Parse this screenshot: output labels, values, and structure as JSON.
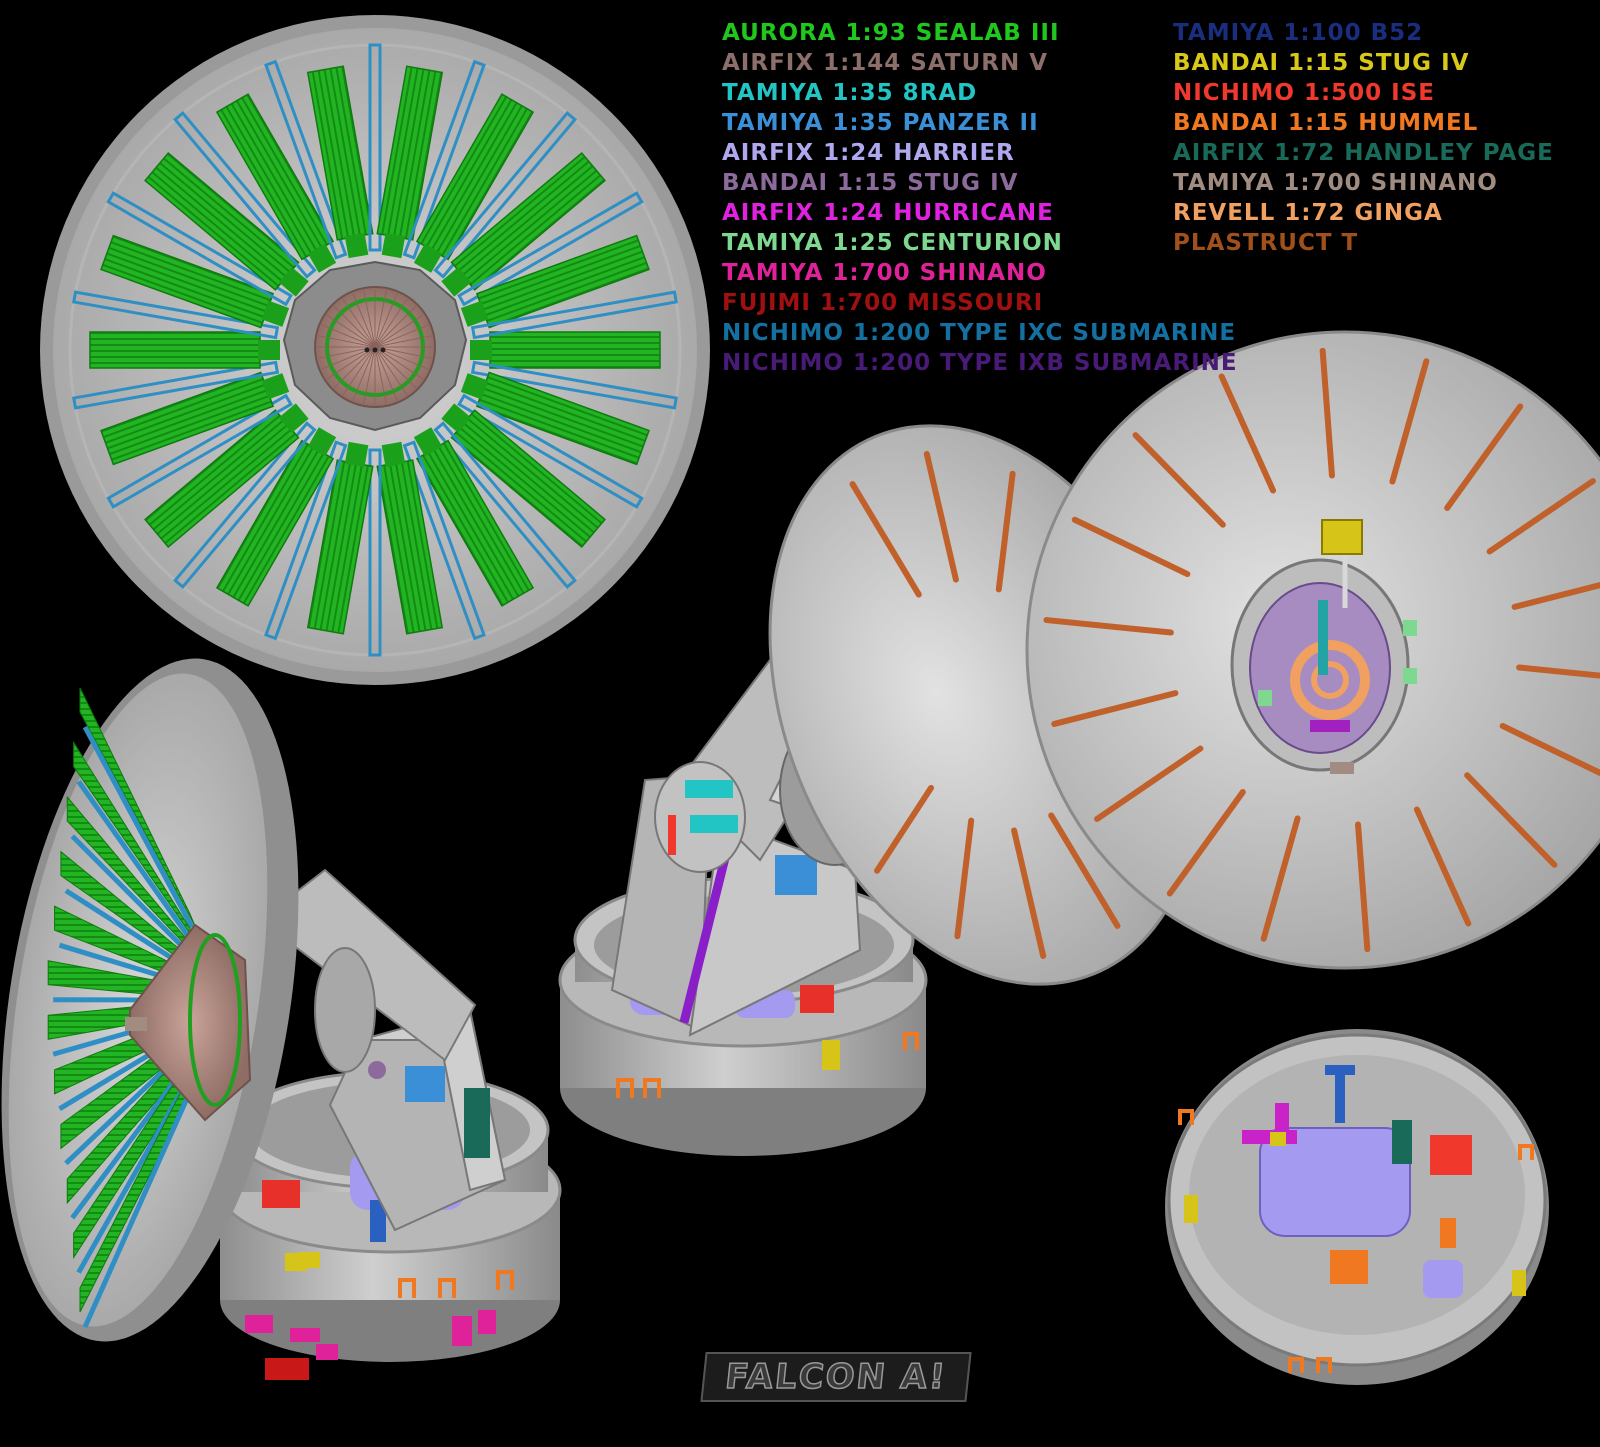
{
  "legend": {
    "left_column": [
      {
        "label": "AURORA 1:93 SEALAB III",
        "color": "#20c81e"
      },
      {
        "label": "AIRFIX 1:144 SATURN V",
        "color": "#8c6e6a"
      },
      {
        "label": "TAMIYA 1:35 8RAD",
        "color": "#22c4c4"
      },
      {
        "label": "TAMIYA 1:35 PANZER II",
        "color": "#3a8fd6"
      },
      {
        "label": "AIRFIX 1:24 HARRIER",
        "color": "#b0a8ee"
      },
      {
        "label": "BANDAI 1:15 STUG IV",
        "color": "#8c6a9c"
      },
      {
        "label": "AIRFIX 1:24 HURRICANE",
        "color": "#e022e0"
      },
      {
        "label": "TAMIYA 1:25 CENTURION",
        "color": "#7ed890"
      },
      {
        "label": "TAMIYA 1:700 SHINANO",
        "color": "#e0229a"
      },
      {
        "label": "FUJIMI 1:700 MISSOURI",
        "color": "#a01010"
      },
      {
        "label": "NICHIMO 1:200 TYPE IXC SUBMARINE",
        "color": "#1470a0"
      },
      {
        "label": "NICHIMO 1:200 TYPE IXB SUBMARINE",
        "color": "#4a1a78"
      }
    ],
    "right_column": [
      {
        "label": "TAMIYA 1:100 B52",
        "color": "#1a2e80"
      },
      {
        "label": "BANDAI 1:15 STUG IV",
        "color": "#d8c818"
      },
      {
        "label": "NICHIMO 1:500 ISE",
        "color": "#f0382c"
      },
      {
        "label": "BANDAI 1:15 HUMMEL",
        "color": "#f07820"
      },
      {
        "label": "AIRFIX 1:72 HANDLEY PAGE",
        "color": "#1a6a5a"
      },
      {
        "label": "TAMIYA 1:700 SHINANO",
        "color": "#a08c80"
      },
      {
        "label": "REVELL 1:72 GINGA",
        "color": "#f0a060"
      },
      {
        "label": "PLASTRUCT T",
        "color": "#a0501a"
      }
    ]
  },
  "watermark": {
    "text": "FALCON A!"
  },
  "colors": {
    "background": "#000000",
    "hull_grey": "#c9c9c9",
    "dish_rim": "#8a8a8a",
    "green_panel": "#1fb21f",
    "blue_rib": "#2f8fc4",
    "copper_rod": "#c0602a",
    "pink_hub": "#b08a80"
  }
}
